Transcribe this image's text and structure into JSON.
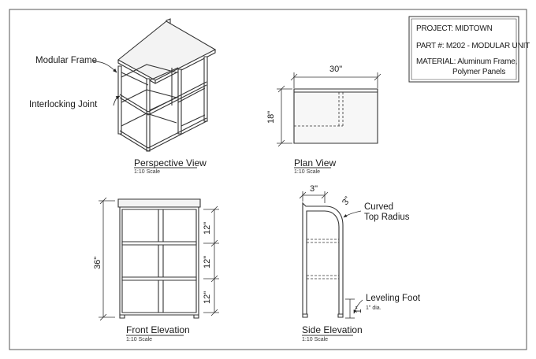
{
  "title_block": {
    "project": "PROJECT: MIDTOWN",
    "part": "PART #: M202 - MODULAR UNIT",
    "material_line1": "MATERIAL: Aluminum Frame,",
    "material_line2": "Polymer Panels"
  },
  "perspective_view": {
    "title": "Perspective View",
    "scale": "1:10 Scale",
    "callout_frame": "Modular Frame",
    "callout_joint": "Interlocking Joint"
  },
  "plan_view": {
    "title": "Plan View",
    "scale": "1:10 Scale",
    "width_dim": "30\"",
    "depth_dim": "18\""
  },
  "front_elevation": {
    "title": "Front Elevation",
    "scale": "1:10 Scale",
    "height_dim": "36\"",
    "shelf_dims": [
      "12\"",
      "12\"",
      "12\""
    ]
  },
  "side_elevation": {
    "title": "Side Elevation",
    "scale": "1:10 Scale",
    "top_dim": "3\"",
    "radius_dim": "3\"",
    "callout_curve_line1": "Curved",
    "callout_curve_line2": "Top Radius",
    "foot_dim": "1\"",
    "callout_foot": "Leveling Foot",
    "foot_note": "1\" dia."
  }
}
